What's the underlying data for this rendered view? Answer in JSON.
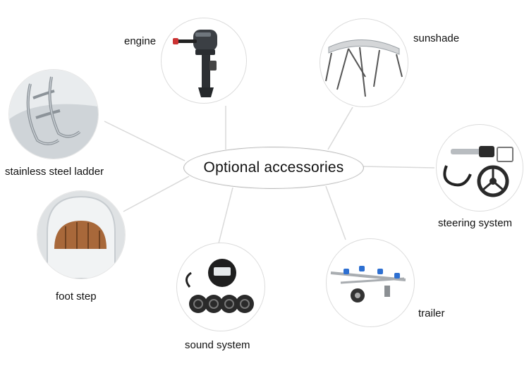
{
  "center": {
    "title": "Optional accessories"
  },
  "accessories": [
    {
      "label": "engine",
      "icon": "outboard-engine-icon"
    },
    {
      "label": "sunshade",
      "icon": "bimini-sunshade-icon"
    },
    {
      "label": "stainless steel ladder",
      "icon": "ladder-icon"
    },
    {
      "label": "steering system",
      "icon": "steering-wheel-icon"
    },
    {
      "label": "foot step",
      "icon": "foot-step-icon"
    },
    {
      "label": "trailer",
      "icon": "boat-trailer-icon"
    },
    {
      "label": "sound system",
      "icon": "marine-stereo-icon"
    }
  ],
  "colors": {
    "connector": "#d8d8d8",
    "ring": "#dcdcdc",
    "text": "#111111"
  }
}
